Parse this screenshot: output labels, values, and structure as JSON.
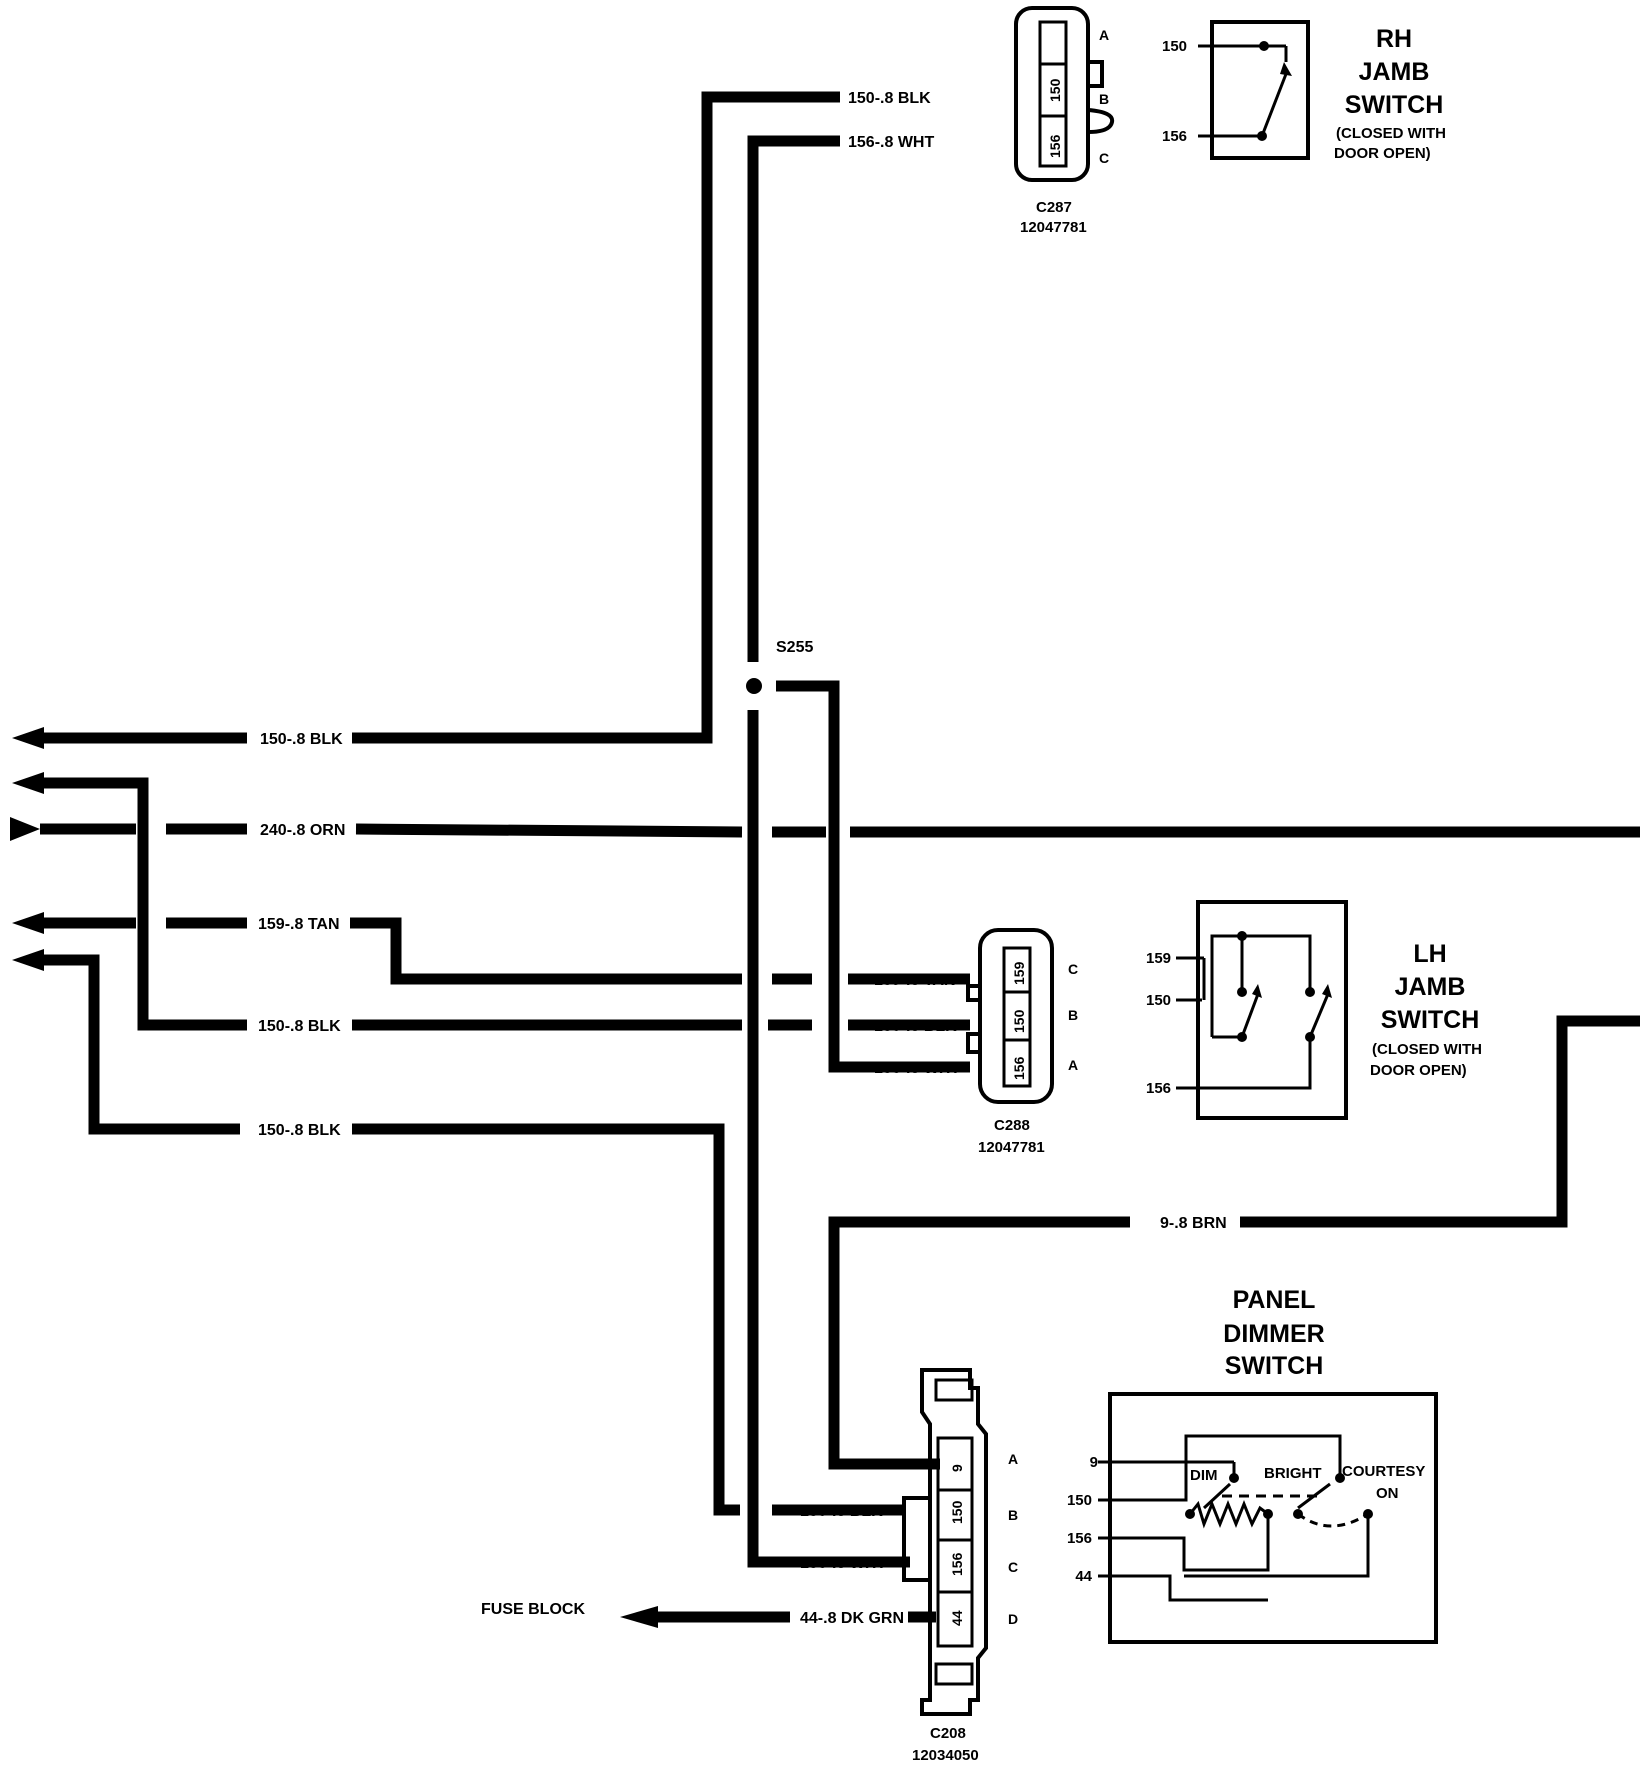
{
  "wires": {
    "w150_top": "150-.8 BLK",
    "w156_top": "156-.8 WHT",
    "w150_left1": "150-.8 BLK",
    "w240": "240-.8 ORN",
    "w159_left": "159-.8 TAN",
    "w150_left2": "150-.8 BLK",
    "w150_left3": "150-.8 BLK",
    "w159_c288": "159-.8 TAN",
    "w150_c288": "150-.8 BLK",
    "w156_c288": "156-.8 WHT",
    "w9": "9-.8 BRN",
    "w150_c208": "150-.8 BLK",
    "w156_c208": "156-.8 WHT",
    "w44_c208": "44-.8 DK GRN"
  },
  "splice": "S255",
  "fuse_block": "FUSE BLOCK",
  "c287": {
    "name": "C287",
    "part": "12047781",
    "pins": [
      "A",
      "B",
      "C"
    ],
    "cavities": [
      "150",
      "156"
    ]
  },
  "c288": {
    "name": "C288",
    "part": "12047781",
    "pins": [
      "C",
      "B",
      "A"
    ],
    "cavities": [
      "159",
      "150",
      "156"
    ]
  },
  "c208": {
    "name": "C208",
    "part": "12034050",
    "pins": [
      "A",
      "B",
      "C",
      "D"
    ],
    "cavities": [
      "9",
      "150",
      "156",
      "44"
    ]
  },
  "rh_switch": {
    "title": [
      "RH",
      "JAMB",
      "SWITCH"
    ],
    "note": [
      "(CLOSED WITH",
      "DOOR OPEN)"
    ],
    "terminals": [
      "150",
      "156"
    ]
  },
  "lh_switch": {
    "title": [
      "LH",
      "JAMB",
      "SWITCH"
    ],
    "note": [
      "(CLOSED WITH",
      "DOOR OPEN)"
    ],
    "terminals": [
      "159",
      "150",
      "156"
    ]
  },
  "dimmer": {
    "title": [
      "PANEL",
      "DIMMER",
      "SWITCH"
    ],
    "terminals": [
      "9",
      "150",
      "156",
      "44"
    ],
    "positions": [
      "DIM",
      "BRIGHT",
      "COURTESY",
      "ON"
    ]
  }
}
